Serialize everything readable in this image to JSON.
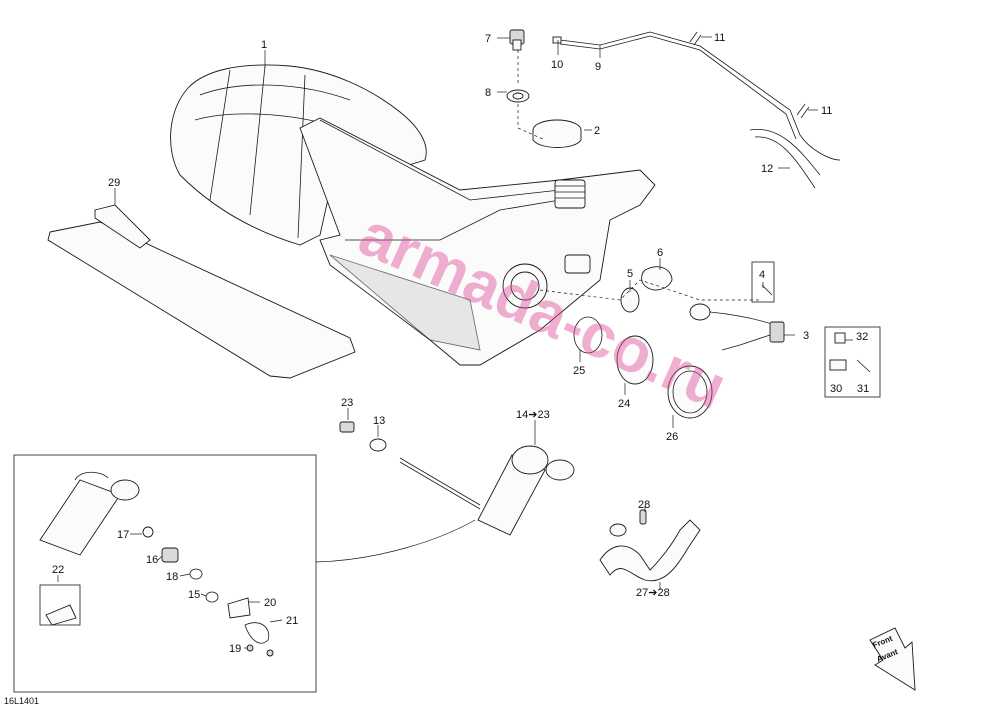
{
  "diagram": {
    "code": "16L1401",
    "watermark": "armada-co.ru",
    "direction_arrow": [
      "Front",
      "Avant"
    ],
    "callouts": [
      "1",
      "2",
      "3",
      "4",
      "5",
      "6",
      "7",
      "8",
      "9",
      "10",
      "11",
      "11",
      "12",
      "13",
      "14➔23",
      "15",
      "16",
      "17",
      "18",
      "19",
      "20",
      "21",
      "22",
      "23",
      "24",
      "25",
      "26",
      "27➔28",
      "28",
      "29",
      "30",
      "31",
      "32"
    ]
  }
}
